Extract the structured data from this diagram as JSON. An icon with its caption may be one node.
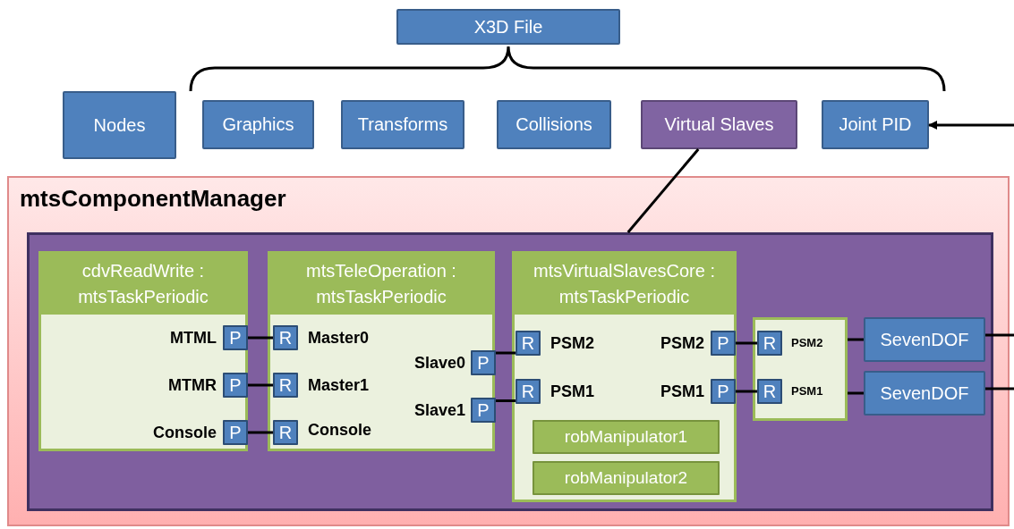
{
  "diagram": {
    "nodes": [
      {
        "text": [
          "X3D File"
        ]
      },
      {
        "text": [
          "Nodes"
        ]
      },
      {
        "text": [
          "Graphics"
        ]
      },
      {
        "text": [
          "Transforms"
        ]
      },
      {
        "text": [
          "Collisions"
        ]
      },
      {
        "text": [
          "Virtual Slaves"
        ]
      },
      {
        "text": [
          "Joint PID"
        ]
      },
      {
        "text": [
          "mtsComponentManager"
        ]
      },
      {
        "text": [],
        "shape": "box",
        "in": 7
      },
      {
        "text": [
          "cdvReadWrite : mtsTaskPeriodic"
        ],
        "in": 8
      },
      {
        "text": [
          "P"
        ],
        "beside": [
          "MTML"
        ],
        "in": 9
      },
      {
        "text": [
          "P"
        ],
        "beside": [
          "MTMR"
        ],
        "in": 9
      },
      {
        "text": [
          "P"
        ],
        "beside": [
          "Console"
        ],
        "in": 9
      },
      {
        "text": [
          "mtsTeleOperation : mtsTaskPeriodic"
        ],
        "in": 8
      },
      {
        "text": [
          "R"
        ],
        "beside": [
          "Master0"
        ],
        "in": 13
      },
      {
        "text": [
          "R"
        ],
        "beside": [
          "Master1"
        ],
        "in": 13
      },
      {
        "text": [
          "R"
        ],
        "beside": [
          "Console"
        ],
        "in": 13
      },
      {
        "text": [
          "P"
        ],
        "beside": [
          "Slave0"
        ],
        "in": 13
      },
      {
        "text": [
          "P"
        ],
        "beside": [
          "Slave1"
        ],
        "in": 13
      },
      {
        "text": [
          "mtsVirtualSlavesCore : mtsTaskPeriodic"
        ],
        "in": 8
      },
      {
        "text": [
          "R"
        ],
        "beside": [
          "PSM2"
        ],
        "in": 19
      },
      {
        "text": [
          "R"
        ],
        "beside": [
          "PSM1"
        ],
        "in": 19
      },
      {
        "text": [
          "P"
        ],
        "beside": [
          "PSM2"
        ],
        "in": 19
      },
      {
        "text": [
          "P"
        ],
        "beside": [
          "PSM1"
        ],
        "in": 19
      },
      {
        "text": [
          "robManipulator1"
        ],
        "in": 19
      },
      {
        "text": [
          "robManipulator2"
        ],
        "in": 19
      },
      {
        "text": [],
        "shape": "box",
        "in": 8
      },
      {
        "text": [
          "R"
        ],
        "beside": [
          "PSM2"
        ],
        "in": 26
      },
      {
        "text": [
          "R"
        ],
        "beside": [
          "PSM1"
        ],
        "in": 26
      },
      {
        "text": [
          "SevenDOF"
        ],
        "in": 8
      },
      {
        "text": [
          "SevenDOF"
        ],
        "in": 8
      }
    ],
    "edges": [
      {
        "from": 10,
        "to": 14,
        "arrow": "none"
      },
      {
        "from": 11,
        "to": 15,
        "arrow": "none"
      },
      {
        "from": 12,
        "to": 16,
        "arrow": "none"
      },
      {
        "from": 17,
        "to": 20,
        "arrow": "none"
      },
      {
        "from": 18,
        "to": 21,
        "arrow": "none"
      },
      {
        "from": 22,
        "to": 27,
        "arrow": "none"
      },
      {
        "from": 23,
        "to": 28,
        "arrow": "none"
      },
      {
        "from": 26,
        "to": 29,
        "arrow": "none"
      },
      {
        "from": 26,
        "to": 30,
        "arrow": "none"
      },
      {
        "from": 29,
        "to": null,
        "arrow": "none"
      },
      {
        "from": 30,
        "to": null,
        "arrow": "none"
      },
      {
        "from": null,
        "to": 6,
        "arrow": "to"
      },
      {
        "from": 5,
        "to": 8,
        "arrow": "none"
      }
    ]
  }
}
